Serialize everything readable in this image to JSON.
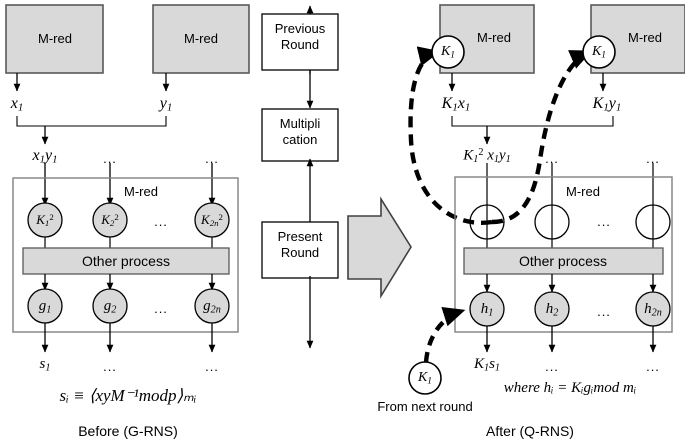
{
  "colors": {
    "box_fill": "#d9d9d9",
    "box_stroke": "#595959",
    "circle_fill": "#d9d9d9",
    "circle_stroke": "#000000",
    "line": "#000000",
    "container_stroke": "#808080",
    "arrow_fill": "#d9d9d9",
    "arrow_stroke": "#404040",
    "white": "#ffffff"
  },
  "left_panel": {
    "caption": "Before (G-RNS)",
    "formula": "sᵢ ≡ ⟨xyM⁻¹modp⟩ₘᵢ",
    "top_boxes": [
      {
        "label": "M-red",
        "name": "mred-box-x"
      },
      {
        "label": "M-red",
        "name": "mred-box-y"
      }
    ],
    "operand_labels": [
      {
        "text": "x",
        "sub": "1"
      },
      {
        "text": "y",
        "sub": "1"
      }
    ],
    "product_label": {
      "text": "x",
      "sub1": "1",
      "text2": "y",
      "sub2": "1"
    },
    "ellipsis": "...",
    "container_label": "M-red",
    "k_circles": [
      {
        "base": "K",
        "sub": "1",
        "sup": "2"
      },
      {
        "base": "K",
        "sub": "2",
        "sup": "2"
      },
      {
        "base": "K",
        "sub": "2n",
        "sup": "2"
      }
    ],
    "other_process": "Other process",
    "g_circles": [
      {
        "base": "g",
        "sub": "1"
      },
      {
        "base": "g",
        "sub": "2"
      },
      {
        "base": "g",
        "sub": "2n"
      }
    ],
    "outputs": [
      {
        "base": "s",
        "sub": "1"
      }
    ]
  },
  "middle_column": {
    "boxes": [
      {
        "line1": "Previous",
        "line2": "Round"
      },
      {
        "line1": "Multipli",
        "line2": "cation"
      },
      {
        "line1": "Present",
        "line2": "Round"
      }
    ],
    "transition_arrow": "right-block-arrow"
  },
  "right_panel": {
    "caption": "After (Q-RNS)",
    "formula": "where hᵢ = Kᵢgᵢmod mᵢ",
    "from_next_round": "From next round",
    "top_boxes": [
      {
        "label": "M-red",
        "name": "mred-box-kx"
      },
      {
        "label": "M-red",
        "name": "mred-box-ky"
      }
    ],
    "key_circles_top": [
      {
        "base": "K",
        "sub": "1"
      },
      {
        "base": "K",
        "sub": "1"
      }
    ],
    "operand_labels": [
      {
        "k": "K",
        "ksub": "1",
        "v": "x",
        "vsub": "1"
      },
      {
        "k": "K",
        "ksub": "1",
        "v": "y",
        "vsub": "1"
      }
    ],
    "product_label": {
      "k": "K",
      "ksub": "1",
      "ksup": "2",
      "v1": "x",
      "v1sub": "1",
      "v2": "y",
      "v2sub": "1"
    },
    "ellipsis": "...",
    "container_label": "M-red",
    "empty_circles_count": 3,
    "other_process": "Other process",
    "h_circles": [
      {
        "base": "h",
        "sub": "1"
      },
      {
        "base": "h",
        "sub": "2"
      },
      {
        "base": "h",
        "sub": "2n"
      }
    ],
    "outputs": [
      {
        "k": "K",
        "ksub": "1",
        "s": "s",
        "ssub": "1"
      }
    ],
    "feedback_key": {
      "base": "K",
      "sub": "1"
    }
  }
}
